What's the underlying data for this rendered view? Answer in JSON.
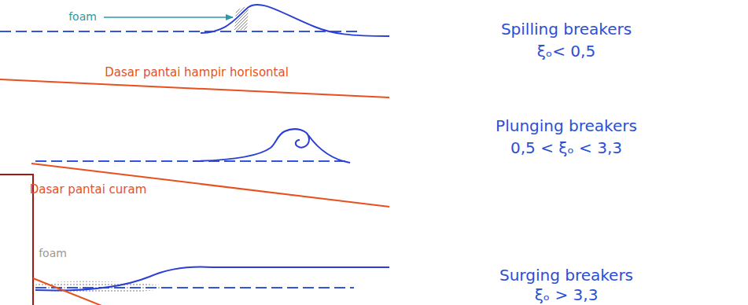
{
  "diagram": {
    "labels": [
      "foam",
      "Dasar pantai hampir horisontal",
      "Spilling breakers",
      "ξₒ< 0,5",
      "Dasar pantai curam",
      "Plunging breakers",
      "0,5 < ξₒ < 3,3",
      "foam",
      "Surging breakers",
      "ξₒ > 3,3"
    ]
  }
}
